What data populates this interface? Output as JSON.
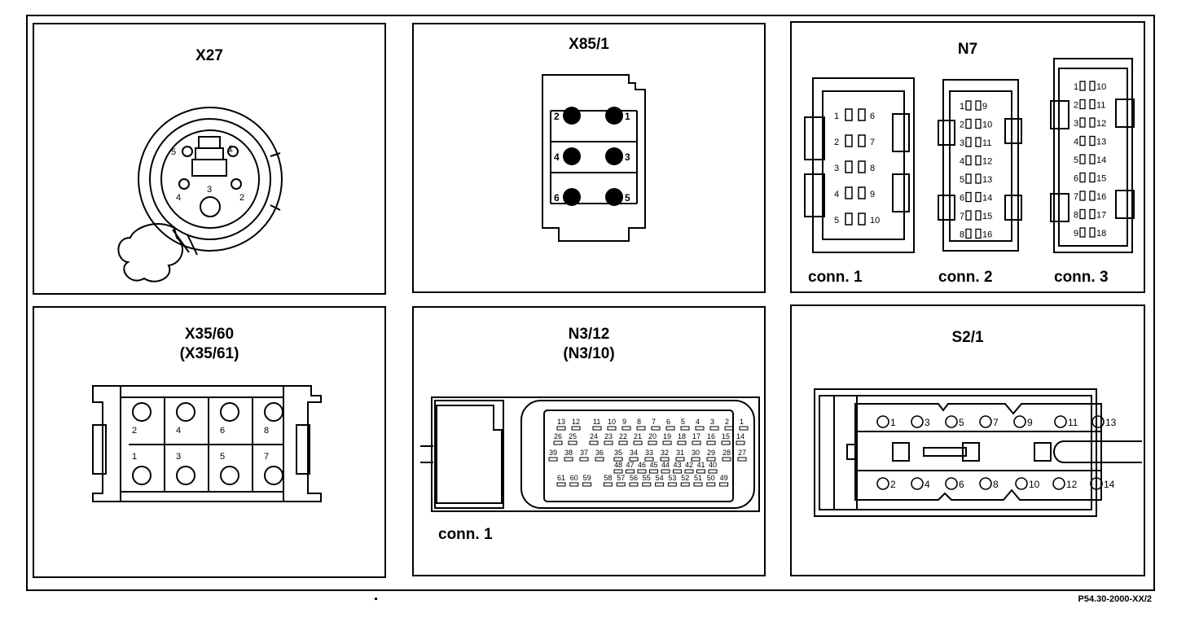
{
  "panels": {
    "x27": {
      "title": "X27",
      "pins": [
        "1",
        "2",
        "3",
        "4",
        "5"
      ]
    },
    "x85": {
      "title": "X85/1",
      "pins": [
        "1",
        "2",
        "3",
        "4",
        "5",
        "6"
      ]
    },
    "n7": {
      "title": "N7",
      "conn1": {
        "label": "conn. 1",
        "left": [
          "1",
          "2",
          "3",
          "4",
          "5"
        ],
        "right": [
          "6",
          "7",
          "8",
          "9",
          "10"
        ]
      },
      "conn2": {
        "label": "conn. 2",
        "left": [
          "1",
          "2",
          "3",
          "4",
          "5",
          "6",
          "7",
          "8"
        ],
        "right": [
          "9",
          "10",
          "11",
          "12",
          "13",
          "14",
          "15",
          "16"
        ]
      },
      "conn3": {
        "label": "conn. 3",
        "left": [
          "1",
          "2",
          "3",
          "4",
          "5",
          "6",
          "7",
          "8",
          "9"
        ],
        "right": [
          "10",
          "11",
          "12",
          "13",
          "14",
          "15",
          "16",
          "17",
          "18"
        ]
      }
    },
    "x35": {
      "title": "X35/60",
      "subtitle": "(X35/61)",
      "top": [
        "2",
        "4",
        "6",
        "8"
      ],
      "bottom": [
        "1",
        "3",
        "5",
        "7"
      ]
    },
    "n312": {
      "title": "N3/12",
      "subtitle": "(N3/10)",
      "conn_label": "conn. 1",
      "row1": [
        "13",
        "12",
        "11",
        "10",
        "9",
        "8",
        "7",
        "6",
        "5",
        "4",
        "3",
        "2",
        "1"
      ],
      "row2": [
        "26",
        "25",
        "24",
        "23",
        "22",
        "21",
        "20",
        "19",
        "18",
        "17",
        "16",
        "15",
        "14"
      ],
      "row3": [
        "39",
        "38",
        "37",
        "36",
        "35",
        "34",
        "33",
        "32",
        "31",
        "30",
        "29",
        "28",
        "27"
      ],
      "row4": [
        "48",
        "47",
        "46",
        "45",
        "44",
        "43",
        "42",
        "41",
        "40"
      ],
      "row5": [
        "61",
        "60",
        "59",
        "58",
        "57",
        "56",
        "55",
        "54",
        "53",
        "52",
        "51",
        "50",
        "49"
      ]
    },
    "s21": {
      "title": "S2/1",
      "top": [
        "1",
        "3",
        "5",
        "7",
        "9",
        "11",
        "13"
      ],
      "bottom": [
        "2",
        "4",
        "6",
        "8",
        "10",
        "12",
        "14"
      ]
    }
  },
  "footer_code": "P54.30-2000-XX/2"
}
